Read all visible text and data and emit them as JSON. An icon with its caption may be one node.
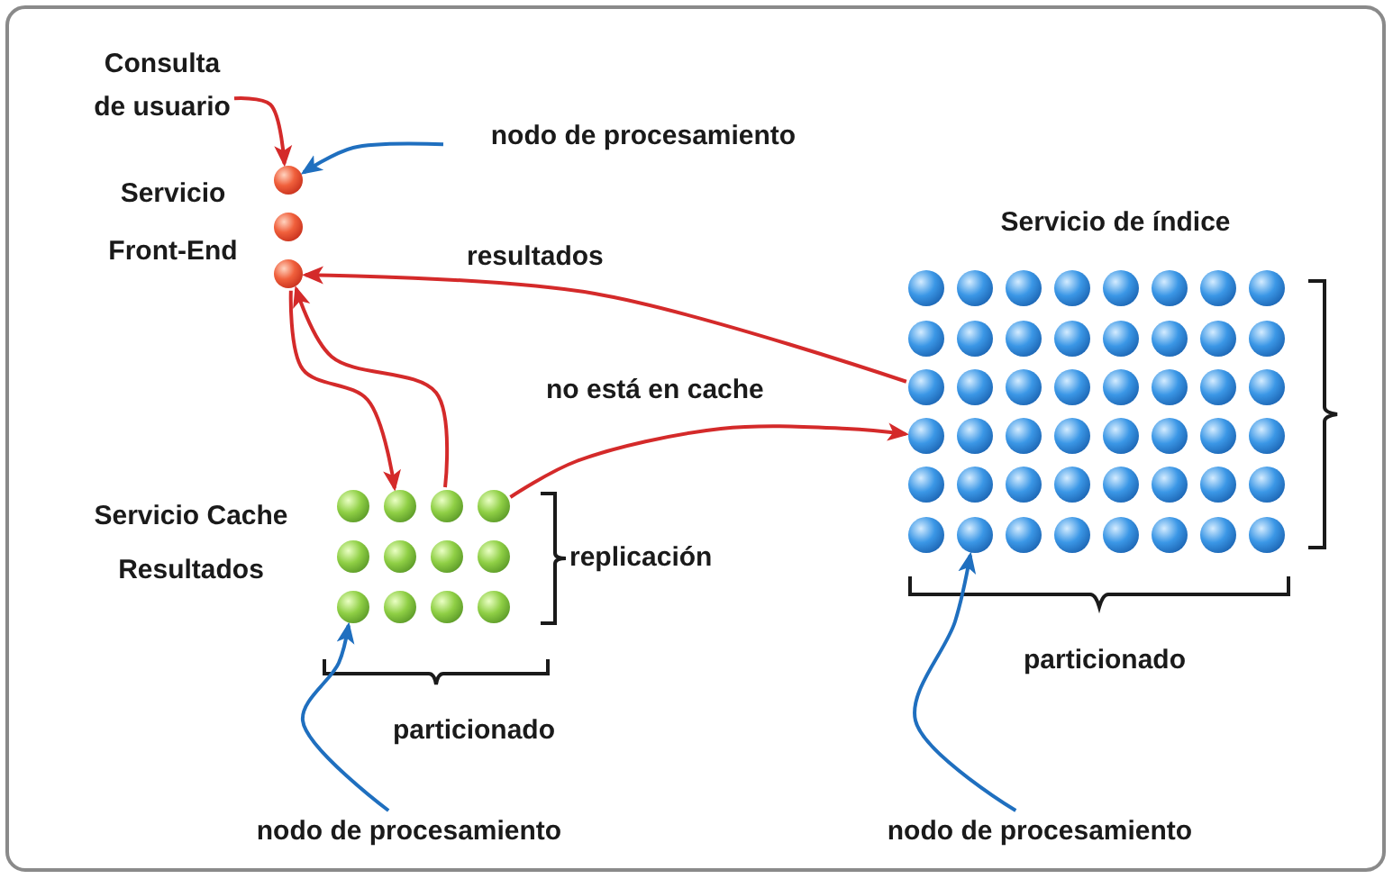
{
  "diagram": {
    "nodes": [
      {
        "text": [
          "Consulta de usuario"
        ]
      },
      {
        "text": [
          "nodo de procesamiento"
        ]
      },
      {
        "text": [],
        "shape": "circle"
      },
      {
        "text": [],
        "shape": "circle"
      },
      {
        "text": [],
        "shape": "circle"
      },
      {
        "text": [],
        "shape": "circle"
      },
      {
        "text": [],
        "shape": "circle"
      },
      {
        "text": [],
        "shape": "circle"
      },
      {
        "text": [],
        "shape": "circle"
      },
      {
        "text": [],
        "shape": "circle"
      },
      {
        "text": [],
        "shape": "circle"
      },
      {
        "text": [],
        "shape": "circle"
      },
      {
        "text": [],
        "shape": "circle"
      },
      {
        "text": [],
        "shape": "circle"
      },
      {
        "text": [],
        "shape": "circle"
      },
      {
        "text": [],
        "shape": "circle"
      },
      {
        "text": [],
        "shape": "circle"
      },
      {
        "text": [],
        "shape": "circle"
      },
      {
        "text": [],
        "shape": "circle"
      },
      {
        "text": [],
        "shape": "circle"
      },
      {
        "text": [],
        "shape": "circle"
      },
      {
        "text": [],
        "shape": "circle"
      },
      {
        "text": [],
        "shape": "circle"
      },
      {
        "text": [],
        "shape": "circle"
      },
      {
        "text": [],
        "shape": "circle"
      },
      {
        "text": [],
        "shape": "circle"
      },
      {
        "text": [],
        "shape": "circle"
      },
      {
        "text": [],
        "shape": "circle"
      },
      {
        "text": [],
        "shape": "circle"
      },
      {
        "text": [],
        "shape": "circle"
      },
      {
        "text": [],
        "shape": "circle"
      },
      {
        "text": [],
        "shape": "circle"
      },
      {
        "text": [],
        "shape": "circle"
      },
      {
        "text": [],
        "shape": "circle"
      },
      {
        "text": [],
        "shape": "circle"
      },
      {
        "text": [],
        "shape": "circle"
      },
      {
        "text": [],
        "shape": "circle"
      },
      {
        "text": [],
        "shape": "circle"
      },
      {
        "text": [],
        "shape": "circle"
      },
      {
        "text": [],
        "shape": "circle"
      },
      {
        "text": [],
        "shape": "circle"
      },
      {
        "text": [],
        "shape": "circle"
      },
      {
        "text": [],
        "shape": "circle"
      },
      {
        "text": [],
        "shape": "circle"
      },
      {
        "text": [],
        "shape": "circle"
      },
      {
        "text": [],
        "shape": "circle"
      },
      {
        "text": [],
        "shape": "circle"
      },
      {
        "text": [],
        "shape": "circle"
      },
      {
        "text": [],
        "shape": "circle"
      },
      {
        "text": [],
        "shape": "circle"
      },
      {
        "text": [],
        "shape": "circle"
      },
      {
        "text": [],
        "shape": "circle"
      },
      {
        "text": [],
        "shape": "circle"
      },
      {
        "text": [],
        "shape": "circle"
      },
      {
        "text": [],
        "shape": "circle"
      },
      {
        "text": [],
        "shape": "circle"
      },
      {
        "text": [],
        "shape": "circle"
      },
      {
        "text": [],
        "shape": "circle"
      },
      {
        "text": [],
        "shape": "circle"
      },
      {
        "text": [],
        "shape": "circle"
      },
      {
        "text": [],
        "shape": "circle"
      },
      {
        "text": [],
        "shape": "circle"
      },
      {
        "text": [],
        "shape": "circle"
      },
      {
        "text": [],
        "shape": "circle"
      },
      {
        "text": [],
        "shape": "circle"
      },
      {
        "text": [
          "nodo de procesamiento"
        ]
      },
      {
        "text": [
          "nodo de procesamiento"
        ]
      }
    ],
    "edges": [
      {
        "from": 0,
        "to": 2,
        "arrow": "to"
      },
      {
        "from": 1,
        "to": 2,
        "arrow": "to",
        "color": "#1f6fbf"
      },
      {
        "from": 21,
        "to": 4,
        "arrow": "to",
        "label": "resultados"
      },
      {
        "from": 4,
        "to": 54,
        "arrow": "to"
      },
      {
        "from": 55,
        "to": 4,
        "arrow": "to"
      },
      {
        "from": 56,
        "to": 29,
        "arrow": "to",
        "label": "no está en cache"
      },
      {
        "from": 65,
        "to": 61,
        "arrow": "to",
        "color": "#1f6fbf"
      },
      {
        "from": 66,
        "to": 46,
        "arrow": "to",
        "color": "#1f6fbf"
      }
    ],
    "labels": [
      "Servicio Front-End",
      "Servicio de índice",
      "Servicio Cache Resultados",
      "replicación",
      "particionado",
      "particionado"
    ]
  }
}
